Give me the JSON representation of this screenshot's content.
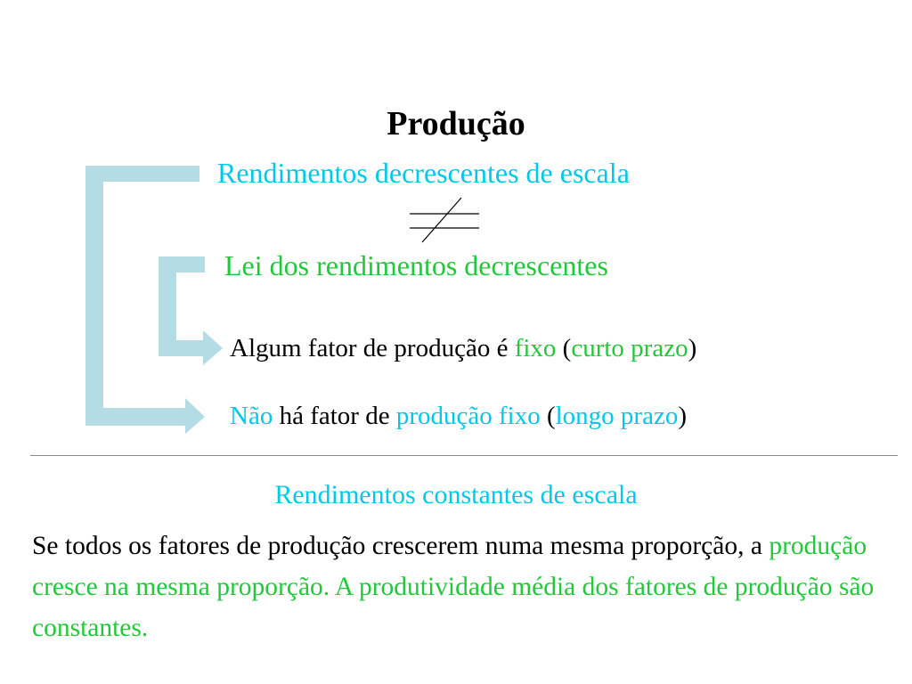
{
  "slide": {
    "title": "Produção",
    "heading_increasing": "Rendimentos decrescentes de escala",
    "not_equal_symbol": "not-equal-icon",
    "heading_law": "Lei dos rendimentos decrescentes",
    "short_run": {
      "text_a": "Algum fator de produção é ",
      "text_b": "fixo",
      "text_c": " (",
      "text_d": "curto prazo",
      "text_e": ")"
    },
    "long_run": {
      "text_a": "Não",
      "text_b": " há fator de ",
      "text_c": "produção fixo",
      "text_d": " (",
      "text_e": "longo prazo",
      "text_f": ")"
    },
    "heading_constant": "Rendimentos constantes de escala",
    "paragraph": {
      "part_black": "Se todos os fatores de produção crescerem numa mesma proporção, a ",
      "part_green": "produção cresce na mesma proporção. A produtividade média dos fatores de produção são constantes."
    }
  },
  "colors": {
    "cyan": "#00c8e8",
    "green": "#22c83a",
    "bracket": "#b4dce4",
    "divider": "#888888"
  }
}
